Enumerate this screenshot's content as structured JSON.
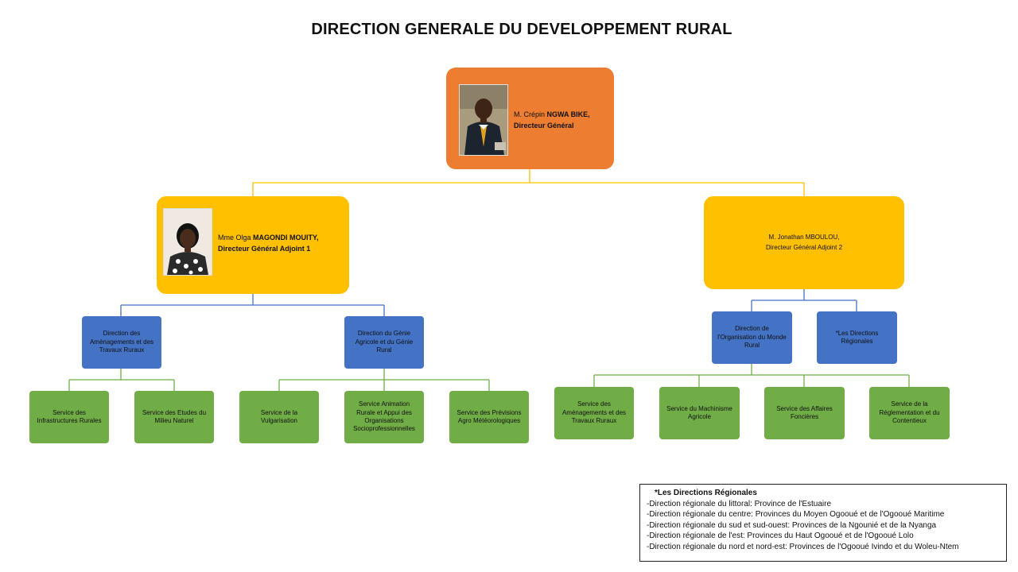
{
  "title": "DIRECTION GENERALE DU DEVELOPPEMENT RURAL",
  "colors": {
    "director_general": "#ed7d31",
    "deputy": "#ffc000",
    "direction": "#4472c4",
    "service": "#70ad47",
    "connector_top": "#ffc000",
    "connector_blue": "#4472c4",
    "connector_green": "#70ad47"
  },
  "director_general": {
    "name_prefix": "M. Crépin ",
    "name_bold": "NGWA BIKE,",
    "role": "Directeur Général",
    "photo": "portrait-man"
  },
  "deputy1": {
    "name_prefix": "Mme Olga ",
    "name_bold": "MAGONDI MOUITY,",
    "role": "Directeur Général Adjoint 1",
    "photo": "portrait-woman"
  },
  "deputy2": {
    "name": "M. Jonathan MBOULOU,",
    "role": "Directeur Général Adjoint 2"
  },
  "directions": {
    "amenagements": "Direction des Aménagements et des Travaux Ruraux",
    "genie": "Direction du Génie Agricole et du Génie Rural",
    "monde_rural": "Direction de l'Organisation du Monde Rural",
    "regionales": "*Les Directions Régionales"
  },
  "services": {
    "infrastructures": "Service des Infrastructures Rurales",
    "etudes": "Service des Etudes du Milieu Naturel",
    "vulgarisation": "Service de la Vulgarisation",
    "animation": "Service Animation Rurale et Appui des Organisations Socioprofessionnelles",
    "previsions": "Service des Prévisions Agro Météorologiques",
    "amenagements_travaux": "Service des Aménagements et des Travaux Ruraux",
    "machinisme": "Service du Machinisme Agricole",
    "affaires_foncieres": "Service des Affaires Foncières",
    "reglementation": "Service de la Réglementation et du Contentieux"
  },
  "legend": {
    "title": "*Les Directions Régionales",
    "items": [
      "-Direction régionale du  littoral: Province de l'Estuaire",
      "-Direction régionale du centre: Provinces du Moyen Ogooué et de l'Ogooué Maritime",
      "-Direction régionale du sud et sud-ouest: Provinces de la Ngounié et de la Nyanga",
      "-Direction régionale de l'est: Provinces du Haut Ogooué et de l'Ogooué Lolo",
      "-Direction régionale du nord et nord-est: Provinces de l'Ogooué Ivindo et du Woleu-Ntem"
    ]
  }
}
